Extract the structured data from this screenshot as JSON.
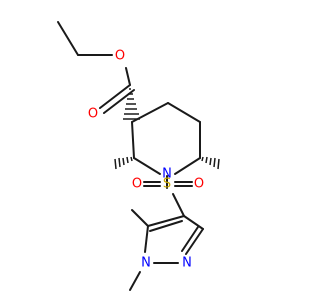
{
  "molecule": {
    "atoms": {
      "o_ester": "O",
      "o_carbonyl": "O",
      "n_ring": "N",
      "s_sulfonyl": "S",
      "o_sulfonyl_left": "O",
      "o_sulfonyl_right": "O",
      "n_pyrazole_1": "N",
      "n_pyrazole_2": "N"
    },
    "colors": {
      "oxygen": "#ff0000",
      "nitrogen": "#0000ff",
      "sulfur": "#ccaa00",
      "carbon_bond": "#1a1a1a",
      "background": "#ffffff"
    }
  }
}
